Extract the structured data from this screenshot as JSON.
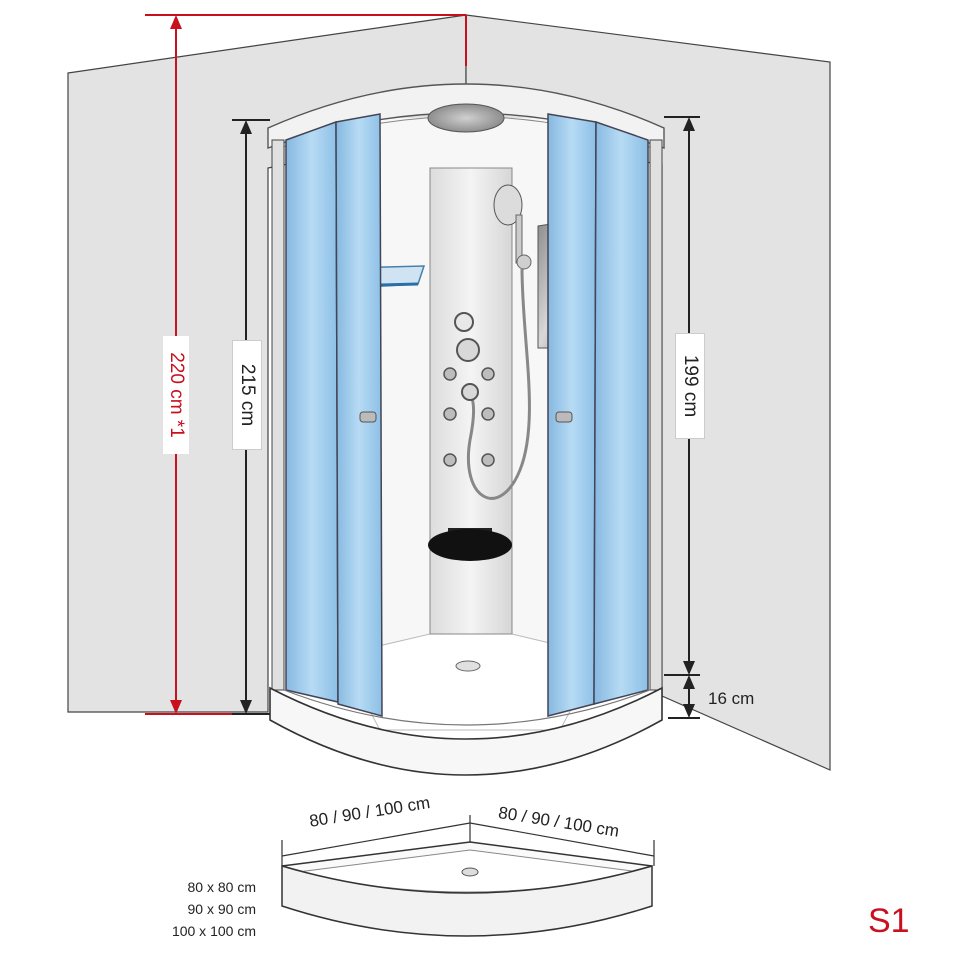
{
  "dimensions": {
    "total_height": "220 cm *1",
    "cabin_height": "215 cm",
    "door_height": "199 cm",
    "base_height": "16 cm",
    "width_left": "80 / 90 / 100 cm",
    "width_right": "80 / 90 / 100 cm"
  },
  "sizes": [
    "80 x 80 cm",
    "90 x 90 cm",
    "100 x 100 cm"
  ],
  "model_code": "S1",
  "colors": {
    "wall": "#e3e3e3",
    "glass": "#9fcbea",
    "accent_red": "#c8101e",
    "dimension_line": "#222222"
  }
}
